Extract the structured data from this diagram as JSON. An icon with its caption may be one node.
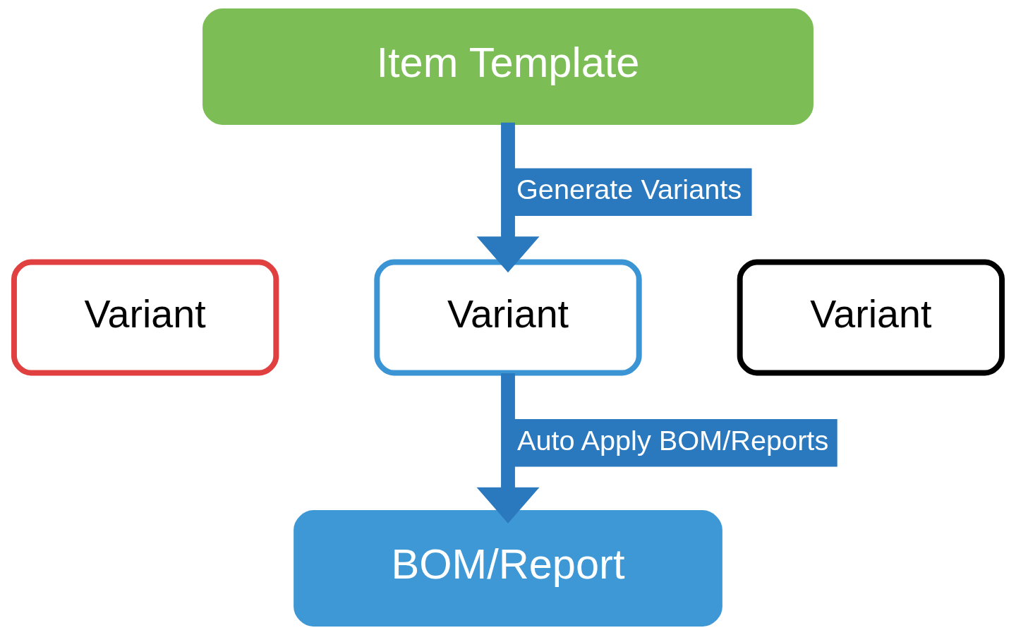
{
  "diagram": {
    "nodes": [
      {
        "text": [
          "Item Template"
        ]
      },
      {
        "text": [
          "Variant"
        ]
      },
      {
        "text": [
          "Variant"
        ]
      },
      {
        "text": [
          "Variant"
        ]
      },
      {
        "text": [
          "BOM/Report"
        ]
      }
    ],
    "edges": [
      {
        "from": 0,
        "to": 2,
        "arrow": "to",
        "label": "Generate Variants"
      },
      {
        "from": 2,
        "to": 4,
        "arrow": "to",
        "label": "Auto Apply BOM/Reports"
      }
    ]
  }
}
